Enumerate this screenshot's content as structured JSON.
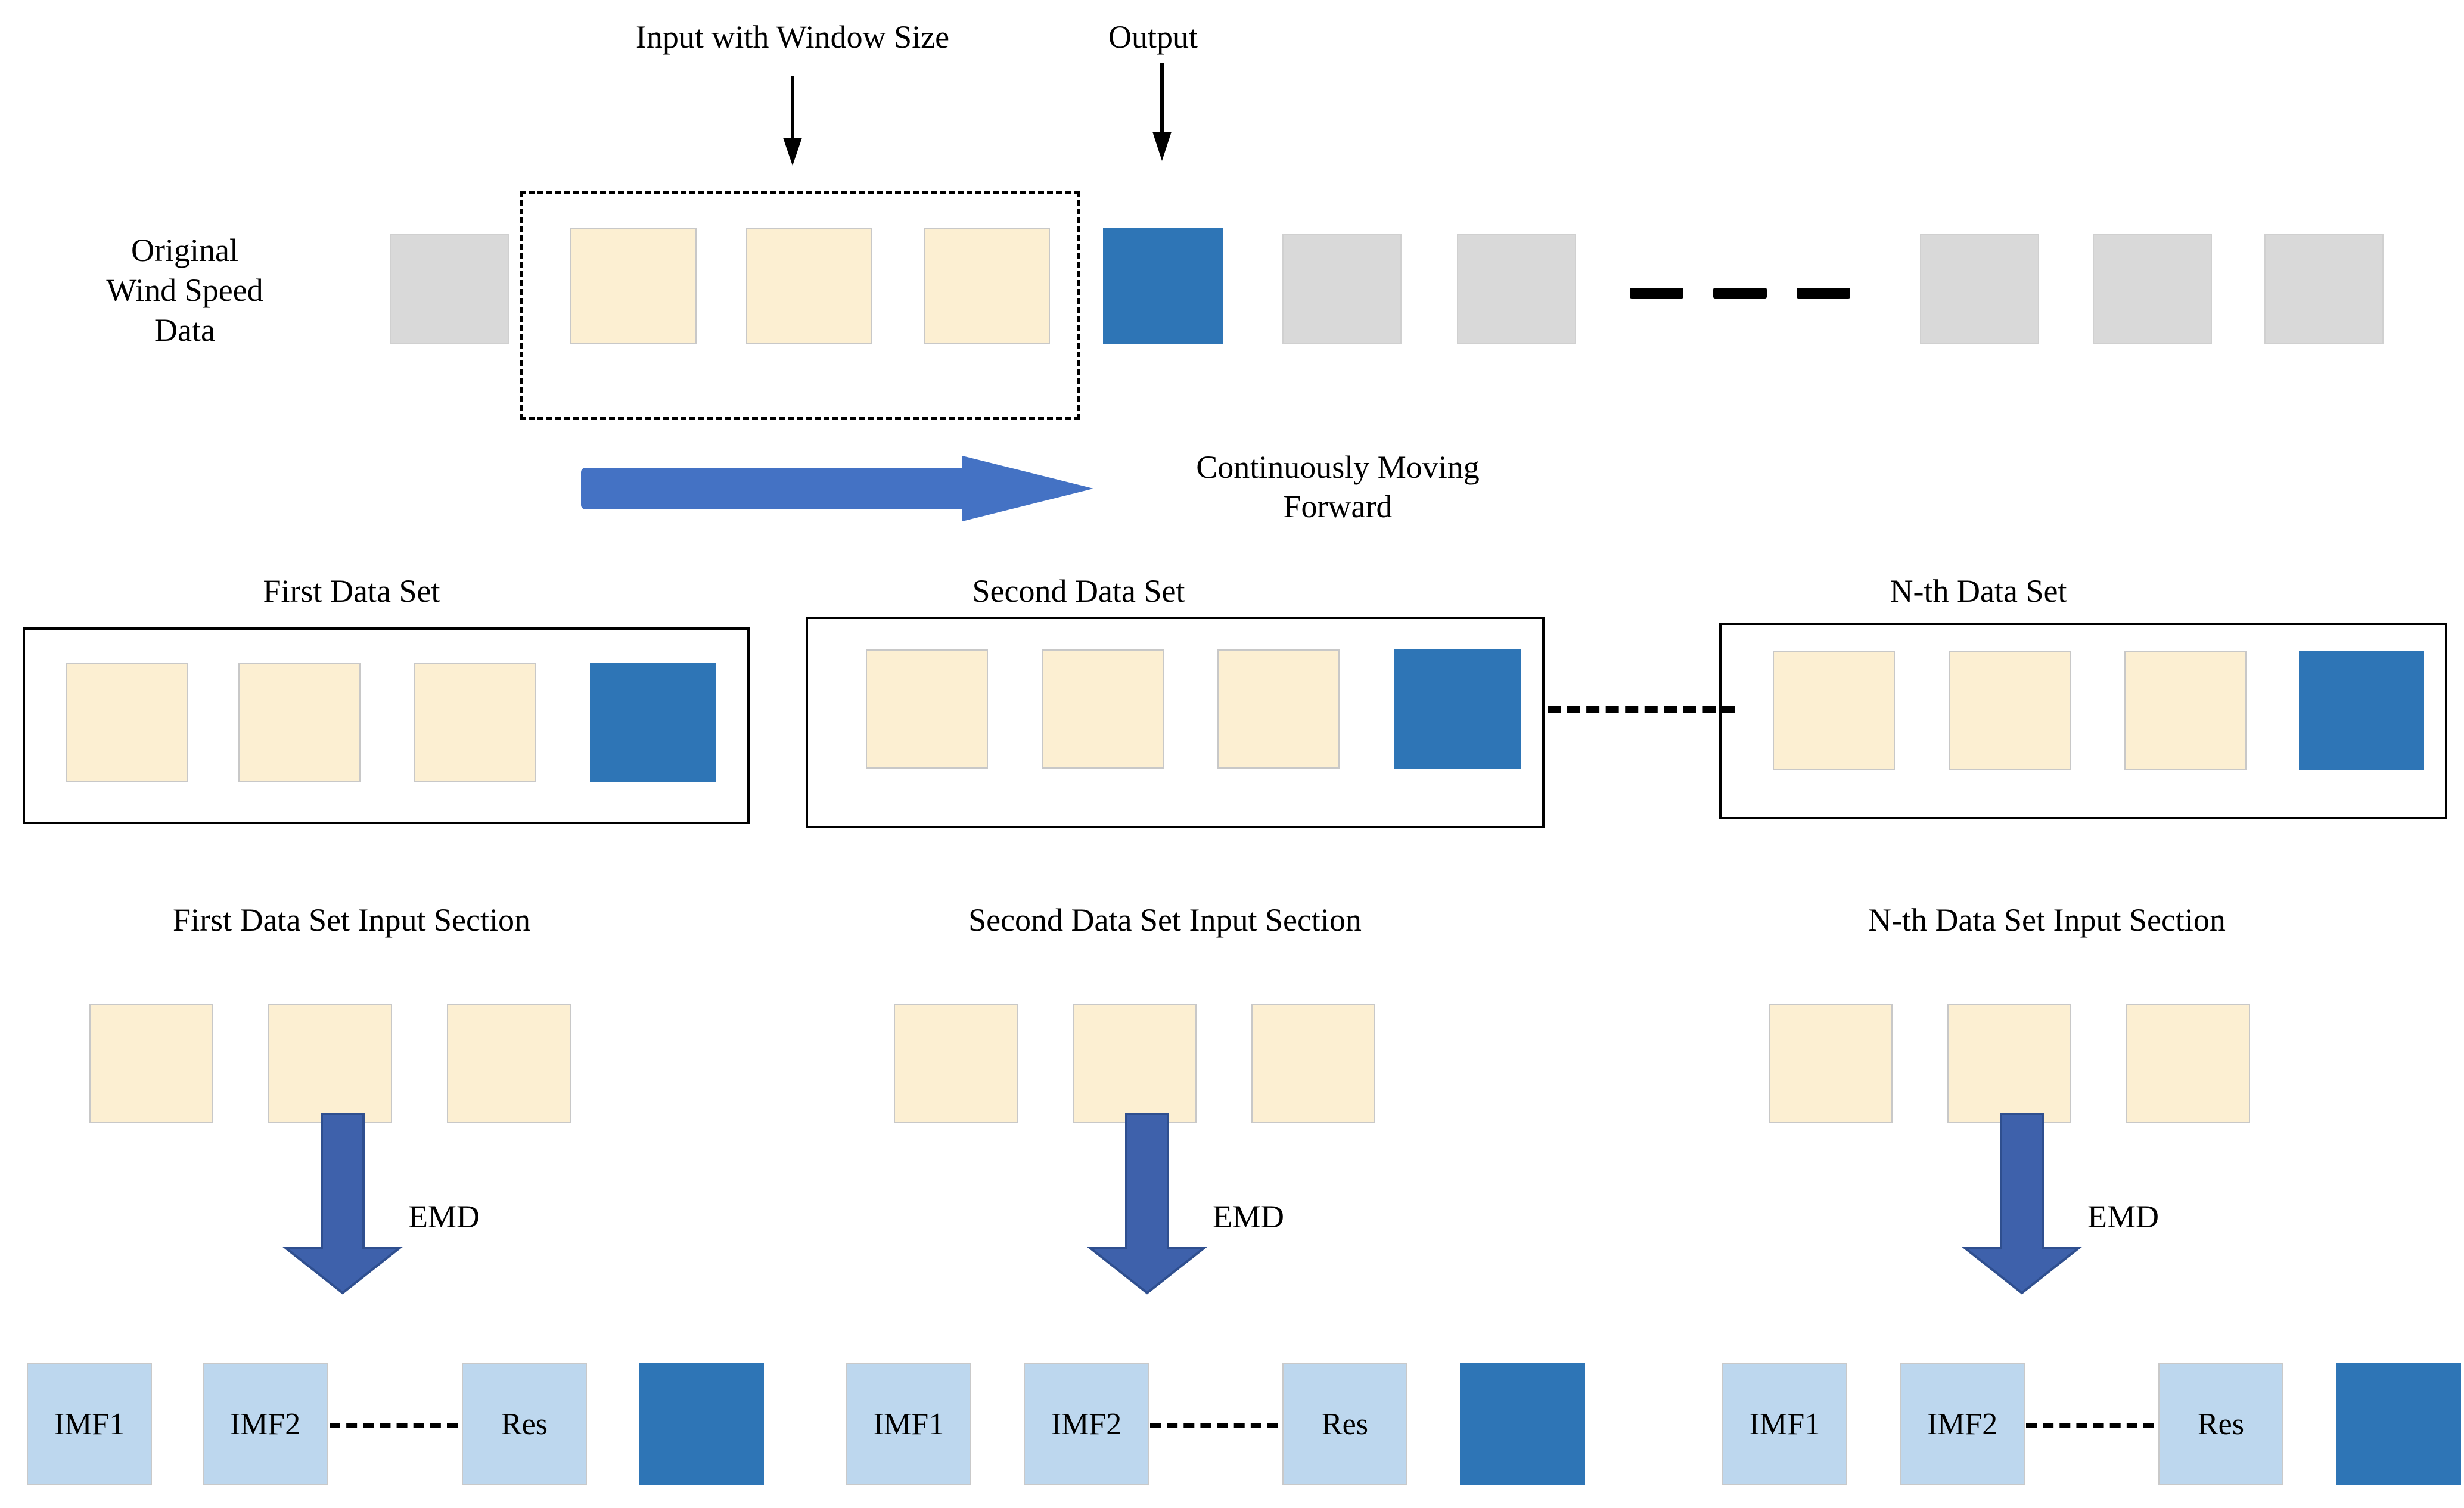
{
  "diagram": {
    "title_annotations": {
      "input_window": "Input with Window Size",
      "output": "Output",
      "moving_forward_line1": "Continuously Moving",
      "moving_forward_line2": "Forward"
    },
    "original_series": {
      "label_line1": "Original",
      "label_line2": "Wind Speed",
      "label_line3": "Data",
      "blocks": [
        {
          "kind": "gray"
        },
        {
          "kind": "cream"
        },
        {
          "kind": "cream"
        },
        {
          "kind": "cream"
        },
        {
          "kind": "blue"
        },
        {
          "kind": "gray"
        },
        {
          "kind": "gray"
        },
        {
          "kind": "ellipsis"
        },
        {
          "kind": "gray"
        },
        {
          "kind": "gray"
        },
        {
          "kind": "gray"
        }
      ]
    },
    "data_sets": [
      {
        "title": "First Data Set",
        "blocks": [
          {
            "kind": "cream"
          },
          {
            "kind": "cream"
          },
          {
            "kind": "cream"
          },
          {
            "kind": "blue"
          }
        ]
      },
      {
        "title": "Second Data Set",
        "blocks": [
          {
            "kind": "cream"
          },
          {
            "kind": "cream"
          },
          {
            "kind": "cream"
          },
          {
            "kind": "blue"
          }
        ]
      },
      {
        "title": "N-th Data Set",
        "blocks": [
          {
            "kind": "cream"
          },
          {
            "kind": "cream"
          },
          {
            "kind": "cream"
          },
          {
            "kind": "blue"
          }
        ]
      }
    ],
    "input_sections": [
      {
        "title": "First Data Set Input Section",
        "blocks": [
          {
            "kind": "cream"
          },
          {
            "kind": "cream"
          },
          {
            "kind": "cream"
          }
        ],
        "arrow_label": "EMD"
      },
      {
        "title": "Second Data Set Input Section",
        "blocks": [
          {
            "kind": "cream"
          },
          {
            "kind": "cream"
          },
          {
            "kind": "cream"
          }
        ],
        "arrow_label": "EMD"
      },
      {
        "title": "N-th Data Set Input Section",
        "blocks": [
          {
            "kind": "cream"
          },
          {
            "kind": "cream"
          },
          {
            "kind": "cream"
          }
        ],
        "arrow_label": "EMD"
      }
    ],
    "decomposition_rows": [
      {
        "components": [
          "IMF1",
          "IMF2",
          "Res"
        ],
        "has_output_block": true
      },
      {
        "components": [
          "IMF1",
          "IMF2",
          "Res"
        ],
        "has_output_block": true
      },
      {
        "components": [
          "IMF1",
          "IMF2",
          "Res"
        ],
        "has_output_block": true
      }
    ],
    "colors": {
      "blue_output": "#2E75B6",
      "cream_input": "#FCEFD2",
      "gray_data": "#D9D9D9",
      "light_blue_imf": "#BDD7EE",
      "forward_arrow": "#4472C4",
      "emd_arrow": "#3E61AB",
      "outline": "#000000"
    }
  }
}
